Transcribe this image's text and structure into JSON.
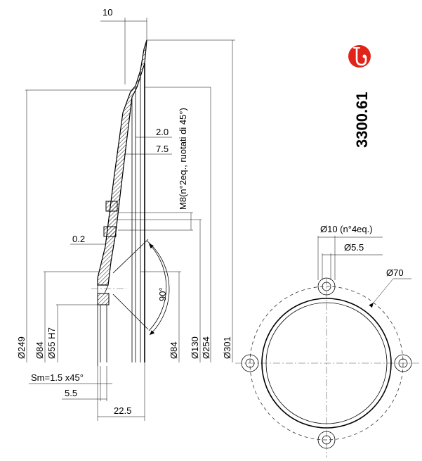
{
  "product_code": "3300.61",
  "badge_color": "#e2231a",
  "badge_icon": "saxophone-icon",
  "dimensions": {
    "top_width": "10",
    "d2_0": "2.0",
    "d7_5": "7.5",
    "m8_note": "M8(n°2eq., ruotati di 45°)",
    "d0_2": "0.2",
    "angle": "90°",
    "d249": "Ø249",
    "d84_left": "Ø84",
    "d55": "Ø55 H7",
    "d84_right": "Ø84",
    "d130": "Ø130",
    "d254": "Ø254",
    "d301": "Ø301",
    "chamfer": "Sm=1.5 x45°",
    "d5_5_bottom": "5.5",
    "d22_5": "22.5"
  },
  "front_view": {
    "hole_dia": "Ø10 (n°4eq.)",
    "inner_dia": "Ø5.5",
    "pcd": "Ø70"
  }
}
